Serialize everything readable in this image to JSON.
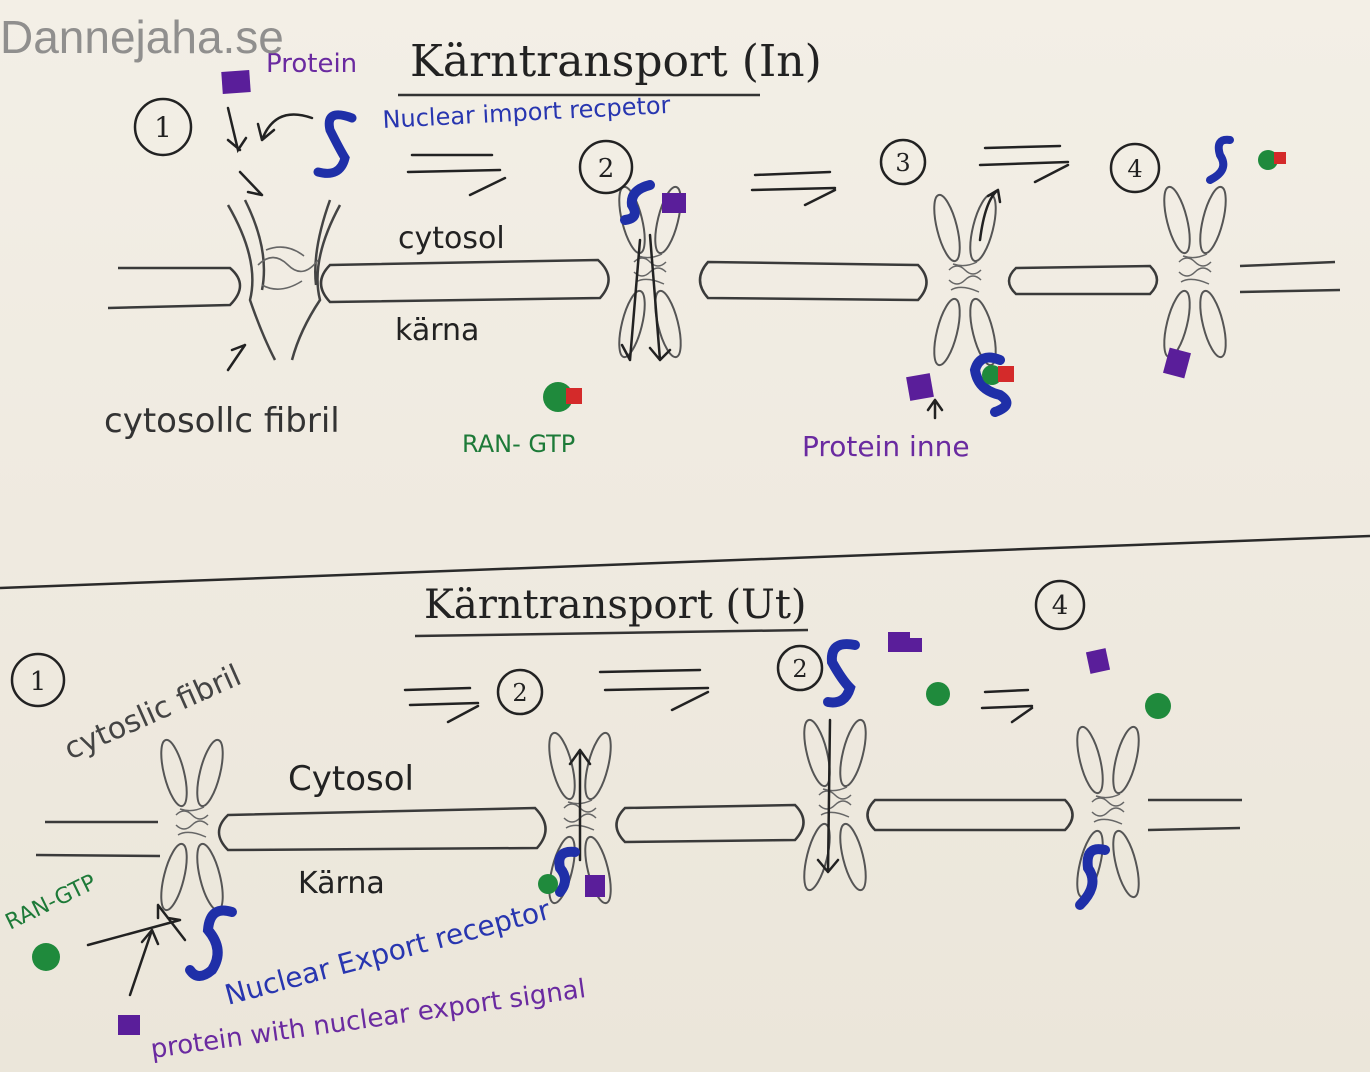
{
  "watermark": "Dannejaha.se",
  "colors": {
    "ink": "#3a3a3a",
    "receptor": "#1f2fa8",
    "protein": "#5a1e9a",
    "ran": "#1f8a3c",
    "gtp": "#d42a2a",
    "label_purple": "#6a2aa0",
    "label_blue": "#2836b0",
    "label_green": "#1d7a38"
  },
  "import_panel": {
    "title": "Kärntransport (In)",
    "steps": [
      "1",
      "2",
      "3",
      "4"
    ],
    "labels": {
      "protein": "Protein",
      "receptor": "Nuclear import recpetor",
      "cytosol": "cytosol",
      "nucleus": "kärna",
      "fibril": "cytosollc fibril",
      "ran_gtp": "RAN- GTP",
      "protein_inside": "Protein inne"
    }
  },
  "export_panel": {
    "title": "Kärntransport (Ut)",
    "steps": [
      "1",
      "2",
      "2",
      "4"
    ],
    "labels": {
      "fibril": "cytoslic fibril",
      "cytosol": "Cytosol",
      "nucleus": "Kärna",
      "ran_gtp": "RAN-GTP",
      "receptor": "Nuclear Export receptor",
      "protein_signal": "protein with nuclear export signal"
    }
  }
}
